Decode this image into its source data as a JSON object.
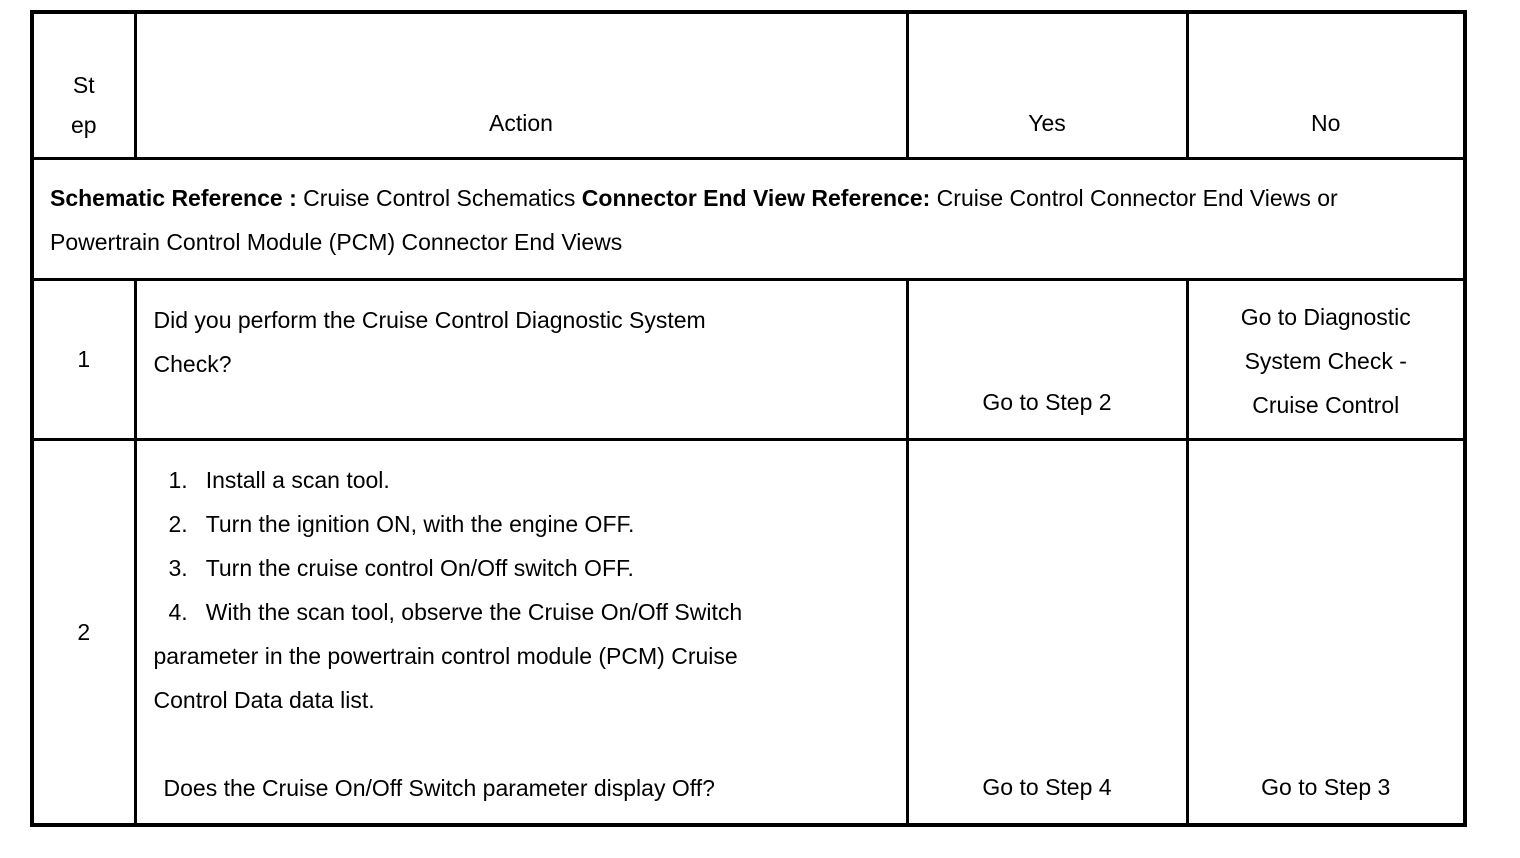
{
  "colors": {
    "border": "#000000",
    "text": "#000000",
    "background": "#ffffff"
  },
  "table": {
    "header": {
      "step_line1": "St",
      "step_line2": "ep",
      "action": "Action",
      "yes": "Yes",
      "no": "No"
    },
    "schematic_reference": {
      "segments": [
        "Schematic Reference :",
        " Cruise Control Schematics ",
        "Connector End View Reference:",
        " Cruise Control Connector End Views or Powertrain Control Module (PCM) Connector End Views"
      ]
    },
    "rows": [
      {
        "step": "1",
        "action": "Did you perform the Cruise Control Diagnostic System Check?",
        "yes": "Go to Step 2",
        "no": "Go to Diagnostic System Check - Cruise Control"
      },
      {
        "step": "2",
        "action_list": [
          {
            "num": "1.",
            "text": "Install a scan tool."
          },
          {
            "num": "2.",
            "text": "Turn the ignition ON, with the engine OFF."
          },
          {
            "num": "3.",
            "text": "Turn the cruise control On/Off switch OFF."
          },
          {
            "num": "4.",
            "text": "With the scan tool, observe the Cruise On/Off Switch parameter in the powertrain control module (PCM) Cruise Control Data data list."
          }
        ],
        "question": "Does the Cruise On/Off Switch parameter display Off?",
        "yes": "Go to Step 4",
        "no": "Go to Step 3"
      }
    ]
  }
}
